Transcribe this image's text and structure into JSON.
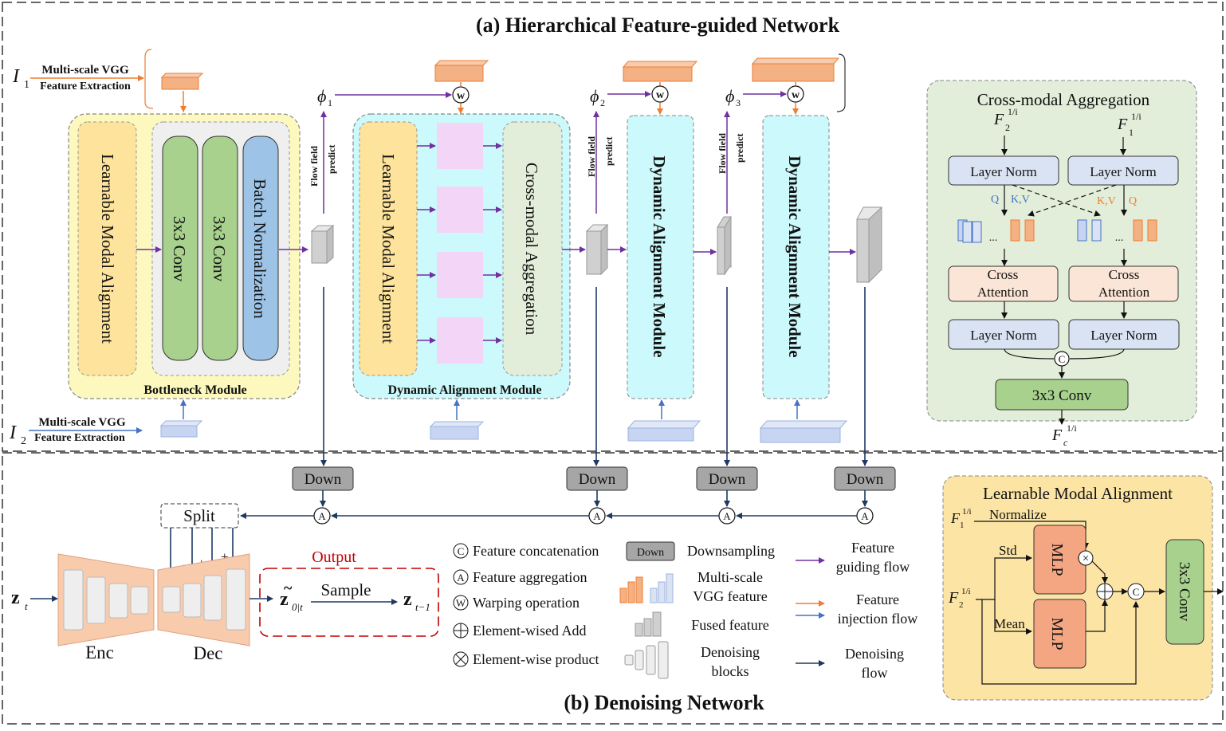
{
  "top": {
    "title": "(a) Hierarchical Feature-guided Network",
    "input1": "I",
    "input1_sub": "1",
    "input2": "I",
    "input2_sub": "2",
    "vgg_line1": "Multi-scale VGG",
    "vgg_line2": "Feature Extraction",
    "phi": "ϕ",
    "phi1_sub": "1",
    "phi2_sub": "2",
    "phi3_sub": "3",
    "flow_line1": "Flow field",
    "flow_line2": "predict",
    "warp_symbol": "w"
  },
  "bottleneck": {
    "label": "Bottleneck Module",
    "lma": "Learnable Modal Alignment",
    "conv1": "3x3 Conv",
    "conv2": "3x3 Conv",
    "bn": "Batch Normalization"
  },
  "dam": {
    "label": "Dynamic Alignment Module",
    "lma": "Learnable Modal Alignment",
    "cma": "Cross-modal Aggregation",
    "module2": "Dynamic Alignment Module",
    "module3": "Dynamic Alignment Module"
  },
  "cross_modal": {
    "title": "Cross-modal Aggregation",
    "F": "F",
    "in_left_sub": "2",
    "in_right_sub": "1",
    "sup": "1/i",
    "layer_norm": "Layer Norm",
    "q": "Q",
    "kv": "K,V",
    "dots": "...",
    "cross_attention_l1": "Cross",
    "cross_attention_l2": "Attention",
    "concat": "C",
    "conv": "3x3 Conv",
    "out_sub": "c"
  },
  "bottom": {
    "title": "(b) Denoising Network",
    "down": "Down",
    "agg": "A",
    "split": "Split",
    "plus": "+",
    "enc": "Enc",
    "dec": "Dec",
    "output": "Output",
    "sample": "Sample",
    "z": "z",
    "zt_sub": "t",
    "z0_sub": "0|t",
    "ztm1_sub": "t−1",
    "tilde": "~"
  },
  "legend": {
    "concat_sym": "C",
    "concat_text": "Feature concatenation",
    "agg_sym": "A",
    "agg_text": "Feature aggregation",
    "warp_sym": "W",
    "warp_text": "Warping operation",
    "add_text": "Element-wised Add",
    "prod_text": "Element-wise product",
    "down_box": "Down",
    "down_text": "Downsampling",
    "vgg_text_l1": "Multi-scale",
    "vgg_text_l2": "VGG feature",
    "fused_text": "Fused feature",
    "denoise_l1": "Denoising",
    "denoise_l2": "blocks",
    "guiding_l1": "Feature",
    "guiding_l2": "guiding flow",
    "inject_l1": "Feature",
    "inject_l2": "injection flow",
    "dflow_l1": "Denoising",
    "dflow_l2": "flow"
  },
  "lma_panel": {
    "title": "Learnable Modal Alignment",
    "F": "F",
    "f1_sub": "1",
    "f2_sub": "2",
    "sup": "1/i",
    "normalize": "Normalize",
    "std": "Std",
    "mean": "Mean",
    "mlp": "MLP",
    "conv": "3x3 Conv",
    "prod": "×",
    "concat": "C"
  },
  "colors": {
    "yellow_panel": "#fdf8bd",
    "cyan_panel": "#ccf9fb",
    "green_panel": "#e2eed9",
    "orange_panel": "#fbe4a4",
    "green_block": "#a8d18d",
    "blue_block": "#9dc3e6",
    "lma_block": "#fde39c",
    "pink_block": "#f3d5f7",
    "orange_feature": "#f4b183",
    "blue_feature": "#c7d5f2",
    "guide_arrow": "#7030a0",
    "inject_arrow": "#ed7d31",
    "inject_blue": "#4472c4",
    "denoise_arrow": "#1f3864",
    "mlp_block": "#f4a582",
    "down_box": "#a6a6a6"
  }
}
